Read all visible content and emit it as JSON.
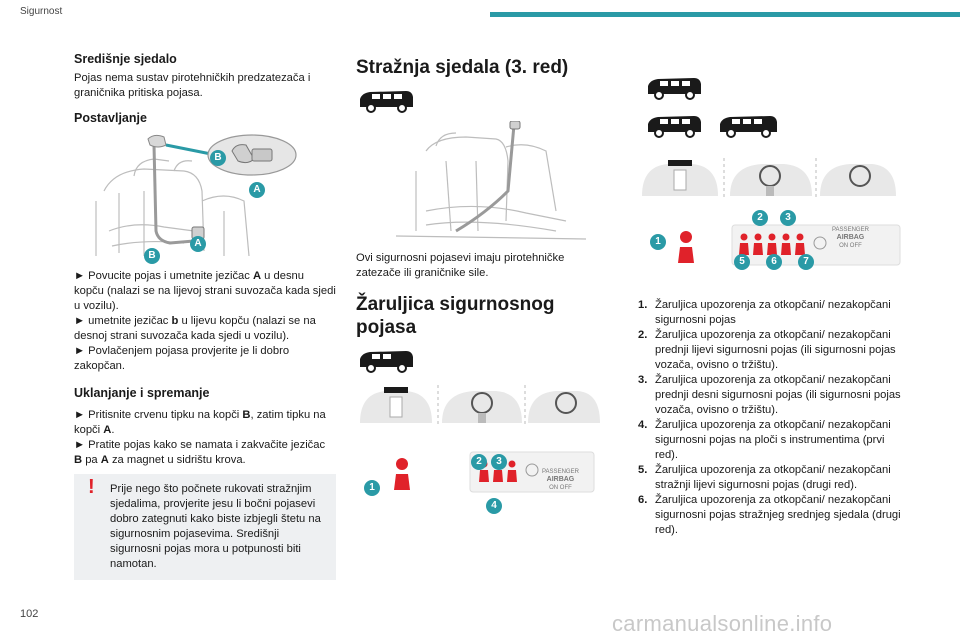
{
  "header": {
    "title": "Sigurnost"
  },
  "page_number": "102",
  "watermark": "carmanualsonline.info",
  "col1": {
    "heading1": "Središnje sjedalo",
    "intro": "Pojas nema sustav pirotehničkih predzatezača i graničnika pritiska pojasa.",
    "heading2": "Postavljanje",
    "fig_labels": {
      "a": "A",
      "b": "B"
    },
    "steps": [
      "► Povucite pojas i umetnite jezičac ",
      "A",
      " u desnu kopču (nalazi se na lijevoj strani suvozača kada sjedi u vozilu).",
      "► umetnite jezičac ",
      "b",
      " u lijevu kopču (nalazi se na desnoj strani suvozača kada sjedi u vozilu).",
      "► Povlačenjem pojasa provjerite je li dobro zakopčan."
    ],
    "heading3": "Uklanjanje i spremanje",
    "remove": [
      "► Pritisnite crvenu tipku na kopči ",
      "B",
      ", zatim tipku na kopči ",
      "A",
      ".",
      "► Pratite pojas kako se namata i zakvačite jezičac ",
      "B",
      " pa ",
      "A",
      " za magnet u sidrištu krova."
    ],
    "warning_mark": "!",
    "warning": "Prije nego što počnete rukovati stražnjim sjedalima, provjerite jesu li bočni pojasevi dobro zategnuti kako biste izbjegli štetu na sigurnosnim pojasevima. Središnji sigurnosni pojas mora u potpunosti biti namotan."
  },
  "col2": {
    "heading1": "Stražnja sjedala (3. red)",
    "text1": "Ovi sigurnosni pojasevi imaju pirotehničke zatezače ili graničnike sile.",
    "heading2": "Žaruljica sigurnosnog pojasa",
    "panel": {
      "label_passenger": "PASSENGER",
      "label_airbag": "AIRBAG",
      "label_on": "ON",
      "label_off": "OFF"
    },
    "callouts": [
      "1",
      "2",
      "3",
      "4"
    ]
  },
  "col3": {
    "panel": {
      "label_passenger": "PASSENGER",
      "label_airbag": "AIRBAG",
      "label_on": "ON",
      "label_off": "OFF"
    },
    "callouts": [
      "1",
      "2",
      "3",
      "5",
      "6",
      "7"
    ],
    "items": [
      {
        "num": "1.",
        "text": "Žaruljica upozorenja za otkopčani/ nezakopčani sigurnosni pojas"
      },
      {
        "num": "2.",
        "text": "Žaruljica upozorenja za otkopčani/ nezakopčani prednji lijevi sigurnosni pojas (ili sigurnosni pojas vozača, ovisno o tržištu)."
      },
      {
        "num": "3.",
        "text": "Žaruljica upozorenja za otkopčani/ nezakopčani prednji desni sigurnosni pojas (ili sigurnosni pojas vozača, ovisno o tržištu)."
      },
      {
        "num": "4.",
        "text": "Žaruljica upozorenja za otkopčani/ nezakopčani sigurnosni pojas na ploči s instrumentima (prvi red)."
      },
      {
        "num": "5.",
        "text": "Žaruljica upozorenja za otkopčani/ nezakopčani stražnji lijevi sigurnosni pojas (drugi red)."
      },
      {
        "num": "6.",
        "text": "Žaruljica upozorenja za otkopčani/ nezakopčani sigurnosni pojas stražnjeg srednjeg sjedala (drugi red)."
      }
    ]
  },
  "colors": {
    "accent": "#2a9aa6",
    "warning": "#e0222a",
    "callout": "#2a9aa6"
  },
  "icons": [
    "van-icon",
    "seat-belt-icon",
    "warning-icon",
    "steering-wheel-icon",
    "instrument-cluster-icon"
  ]
}
